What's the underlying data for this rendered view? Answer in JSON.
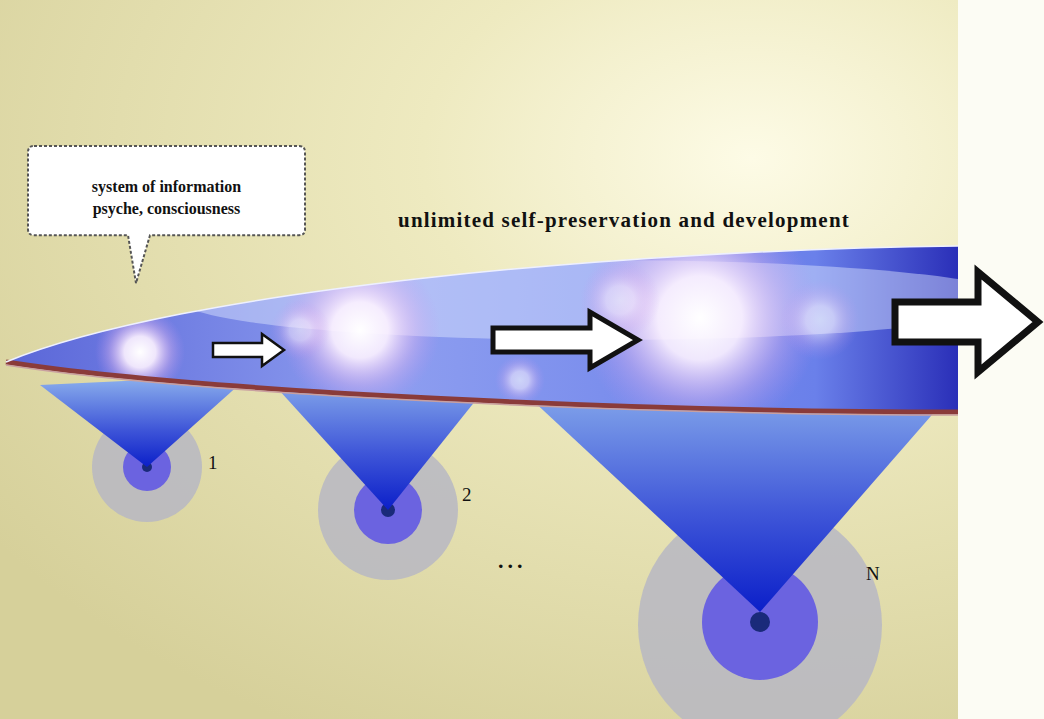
{
  "diagram": {
    "nodes": [
      {
        "text": [
          "system of information psyche, consciousness"
        ]
      }
    ],
    "labels": [
      "unlimited self-preservation and development",
      "1",
      "2",
      "...",
      "N"
    ]
  }
}
